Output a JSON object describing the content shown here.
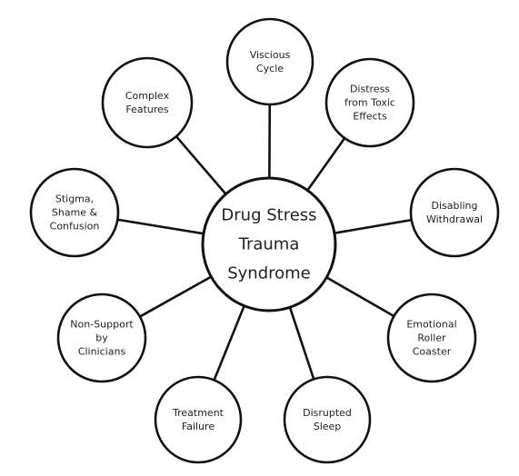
{
  "center": {
    "lines": [
      "Drug Stress",
      "Trauma",
      "Syndrome"
    ]
  },
  "nodes": [
    {
      "id": "viscious-cycle",
      "lines": [
        "Viscious",
        "Cycle"
      ]
    },
    {
      "id": "distress-from-toxic-effects",
      "lines": [
        "Distress",
        "from Toxic",
        "Effects"
      ]
    },
    {
      "id": "disabling-withdrawal",
      "lines": [
        "Disabling",
        "Withdrawal"
      ]
    },
    {
      "id": "emotional-roller-coaster",
      "lines": [
        "Emotional",
        "Roller",
        "Coaster"
      ]
    },
    {
      "id": "disrupted-sleep",
      "lines": [
        "Disrupted",
        "Sleep"
      ]
    },
    {
      "id": "treatment-failure",
      "lines": [
        "Treatment",
        "Failure"
      ]
    },
    {
      "id": "non-support-by-clinicians",
      "lines": [
        "Non-Support",
        "by",
        "Clinicians"
      ]
    },
    {
      "id": "stigma-shame-confusion",
      "lines": [
        "Stigma,",
        "Shame &",
        "Confusion"
      ]
    },
    {
      "id": "complex-features",
      "lines": [
        "Complex",
        "Features"
      ]
    }
  ],
  "colors": {
    "stroke": "#111111",
    "text": "#222222",
    "fill": "#ffffff"
  }
}
